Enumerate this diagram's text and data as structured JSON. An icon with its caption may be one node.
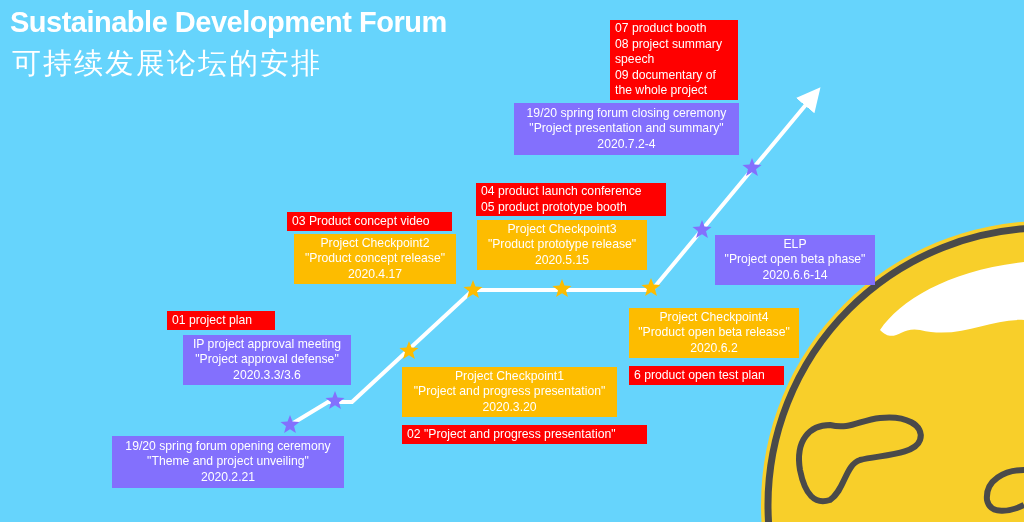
{
  "diagram": {
    "title": "Sustainable Development Forum",
    "nodes": [
      {
        "text": [
          "07 product booth",
          "08 project summary speech",
          "09 documentary of the whole project"
        ]
      },
      {
        "text": [
          "19/20 spring forum closing ceremony",
          "\"Project presentation and summary\"",
          "2020.7.2-4"
        ]
      },
      {
        "text": [
          "04 product launch conference",
          "05 product prototype booth"
        ]
      },
      {
        "text": [
          "03 Product concept video"
        ]
      },
      {
        "text": [
          "Project Checkpoint2",
          "\"Product concept release\"",
          "2020.4.17"
        ]
      },
      {
        "text": [
          "Project Checkpoint3",
          "\"Product prototype release\"",
          "2020.5.15"
        ]
      },
      {
        "text": [
          "ELP",
          "\"Project open beta phase\"",
          "2020.6.6-14"
        ]
      },
      {
        "text": [
          "01 project plan"
        ]
      },
      {
        "text": [
          "Project Checkpoint4",
          "\"Product open beta release\"",
          "2020.6.2"
        ]
      },
      {
        "text": [
          "IP project approval meeting",
          "\"Project approval defense\"",
          "2020.3.3/3.6"
        ]
      },
      {
        "text": [
          "Project Checkpoint1",
          "\"Project and progress presentation\"",
          "2020.3.20"
        ]
      },
      {
        "text": [
          "6 product open test plan"
        ]
      },
      {
        "text": [
          "02 \"Project and progress presentation\""
        ]
      },
      {
        "text": [
          "19/20 spring forum opening ceremony",
          "\"Theme and project unveiling\"",
          "2020.2.21"
        ]
      }
    ],
    "labels": [
      "可持续发展论坛的安排"
    ]
  }
}
